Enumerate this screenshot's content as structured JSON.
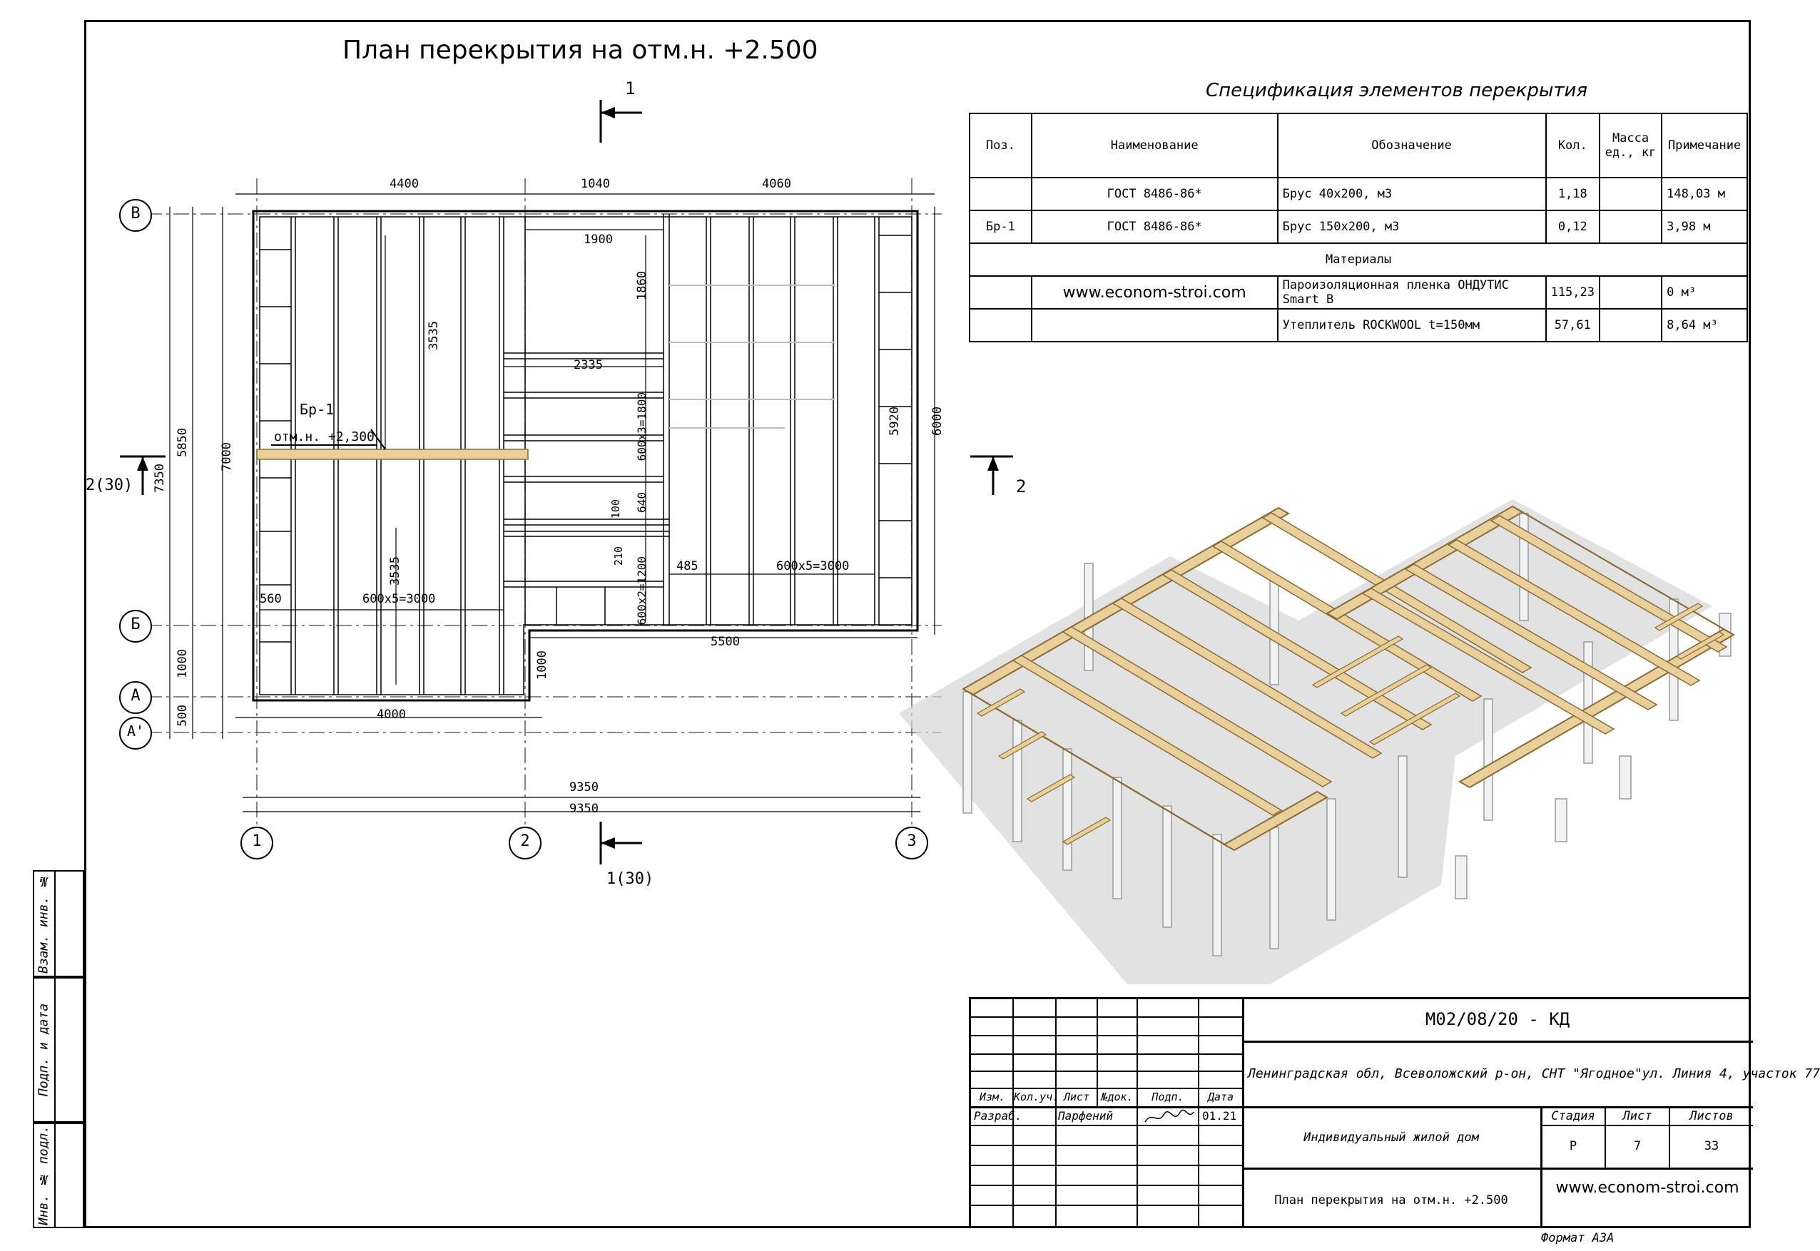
{
  "plan": {
    "title": "План перекрытия на отм.н. +2.500",
    "axis_letters": [
      "В",
      "Б",
      "А",
      "А'"
    ],
    "axis_numbers": [
      "1",
      "2",
      "3"
    ],
    "top_dims": [
      "4400",
      "1040",
      "4060"
    ],
    "bottom_dims": [
      "4000",
      "9350",
      "9350"
    ],
    "left_dims": [
      "5850",
      "7350",
      "7000",
      "1000",
      "500"
    ],
    "right_dims": [
      "5920",
      "6000"
    ],
    "inner_dims": [
      "1900",
      "1860",
      "3535",
      "2335",
      "600х3=1800",
      "640",
      "100",
      "210",
      "600х2=1200",
      "485",
      "600х5=3000",
      "3535",
      "560",
      "600х5=3000",
      "5500",
      "1000"
    ],
    "beam_label": "Бр-1",
    "level_label": "отм.н. +2,300",
    "section_1": "1",
    "section_1_ref": "1(30)",
    "section_2": "2",
    "section_2_ref": "2(30)"
  },
  "spec": {
    "title": "Спецификация элементов перекрытия",
    "headers": [
      "Поз.",
      "Наименование",
      "Обозначение",
      "Кол.",
      "Масса ед., кг",
      "Примечание"
    ],
    "rows": [
      [
        "",
        "ГОСТ 8486-86*",
        "Брус 40х200, м3",
        "1,18",
        "",
        "148,03 м"
      ],
      [
        "Бр-1",
        "ГОСТ 8486-86*",
        "Брус 150х200, м3",
        "0,12",
        "",
        "3,98 м"
      ]
    ],
    "section_label": "Материалы",
    "materials": [
      [
        "",
        "www.econom-stroi.com",
        "Пароизоляционная пленка ОНДУТИС Smart B",
        "115,23",
        "",
        "0 м³"
      ],
      [
        "",
        "",
        "Утеплитель ROCKWOOL t=150мм",
        "57,61",
        "",
        "8,64 м³"
      ]
    ]
  },
  "side_strip": [
    "Взам. инв. №",
    "Подп. и дата",
    "Инв. № подл."
  ],
  "stamp": {
    "code": "М02/08/20 - КД",
    "address": "Ленинградская обл, Всеволожский р-он, СНТ \"Ягодное\"ул. Линия 4, участок 77",
    "object": "Индивидуальный жилой дом",
    "sheet_title": "План перекрытия на отм.н. +2.500",
    "website": "www.econom-stroi.com",
    "cols": [
      "Изм.",
      "Кол.уч.",
      "Лист",
      "№док.",
      "Подп.",
      "Дата"
    ],
    "developer_role": "Разраб.",
    "developer_name": "Парфений",
    "developer_date": "01.21",
    "stage_label": "Стадия",
    "sheet_label": "Лист",
    "sheets_label": "Листов",
    "stage": "Р",
    "sheet": "7",
    "sheets": "33"
  },
  "format": "Формат А3А",
  "colors": {
    "timber": "#e9cf9a",
    "timber_edge": "#8a6a35",
    "line": "#000000",
    "grey": "#bdbdbd"
  }
}
